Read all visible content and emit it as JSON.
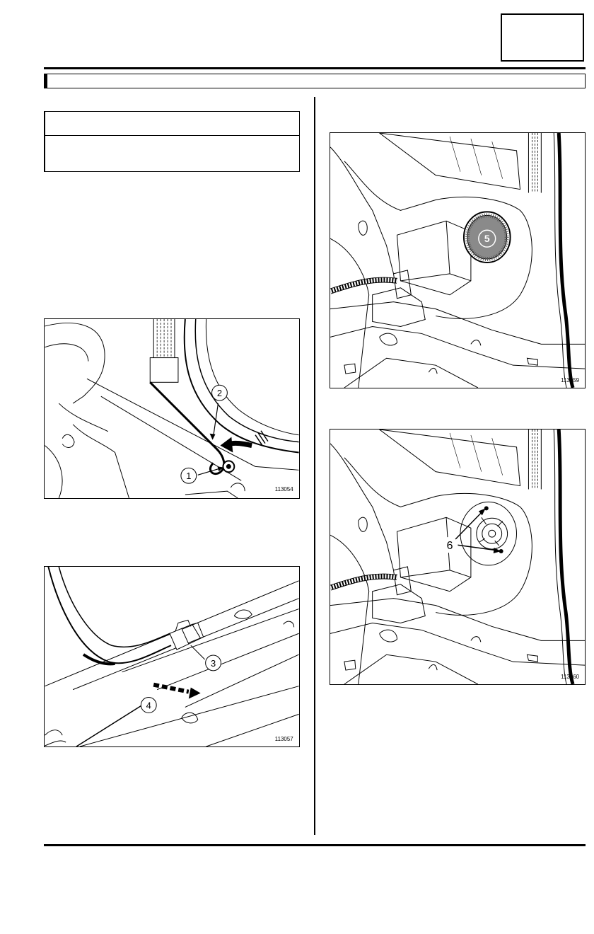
{
  "figures": [
    {
      "id": "113054",
      "callouts": [
        "1",
        "2"
      ]
    },
    {
      "id": "113057",
      "callouts": [
        "3",
        "4"
      ]
    },
    {
      "id": "113059",
      "callouts": [
        "5"
      ]
    },
    {
      "id": "113060",
      "callouts": [
        "6"
      ]
    }
  ]
}
